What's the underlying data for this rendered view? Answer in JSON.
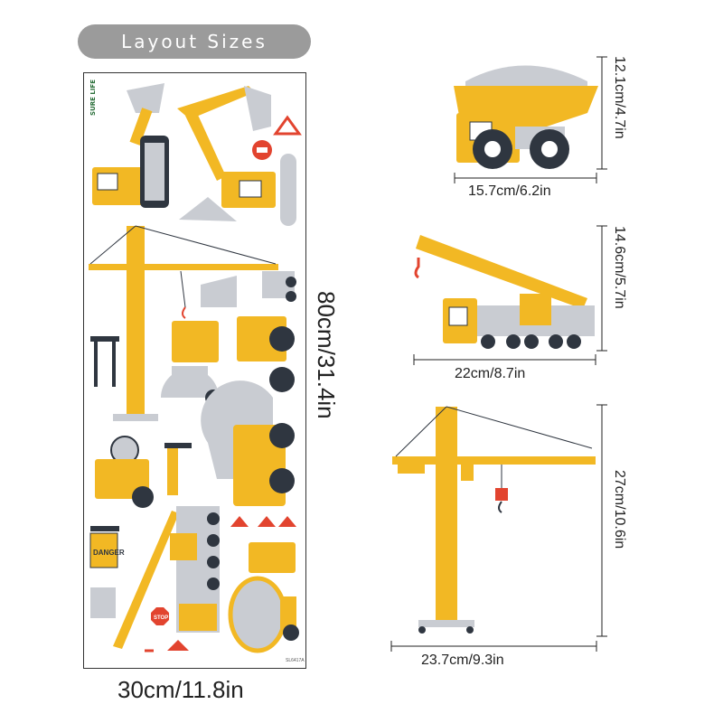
{
  "header": {
    "title": "Layout Sizes"
  },
  "sheet": {
    "brand": "SURE LIFE",
    "code": "SL6417A",
    "height_label": "80cm/31.4in",
    "width_label": "30cm/11.8in"
  },
  "details": {
    "dump_truck": {
      "height_label": "12.1cm/4.7in",
      "width_label": "15.7cm/6.2in"
    },
    "crane_truck": {
      "height_label": "14.6cm/5.7in",
      "width_label": "22cm/8.7in"
    },
    "tower_crane": {
      "height_label": "27cm/10.6in",
      "width_label": "23.7cm/9.3in"
    }
  },
  "signs": {
    "stop": "STOP",
    "danger": "DANGER"
  },
  "colors": {
    "yellow": "#f2b824",
    "grey": "#c9ccd2",
    "dark": "#2f3640",
    "red": "#e2442f",
    "pill": "#9b9b9b"
  }
}
